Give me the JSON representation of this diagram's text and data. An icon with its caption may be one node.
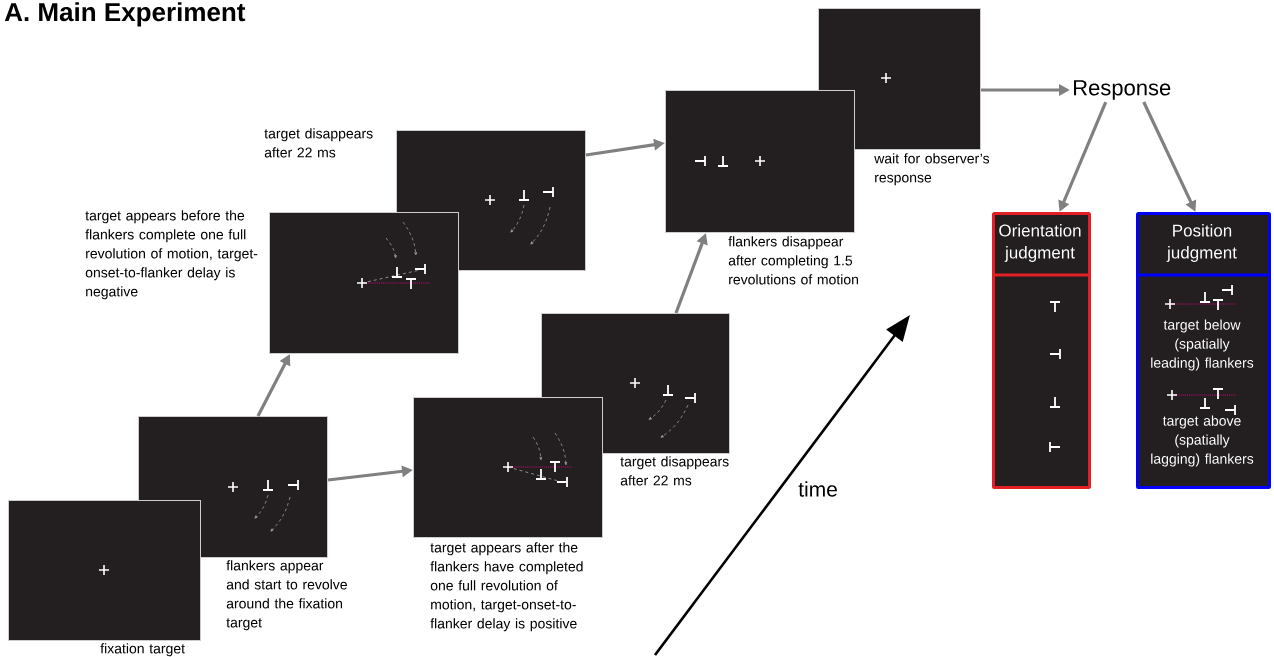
{
  "diagram": {
    "title": "A. Main Experiment",
    "nodes": [
      {
        "text": [],
        "shape": "box",
        "beside": [
          "fixation target"
        ]
      },
      {
        "text": [],
        "shape": "box",
        "beside": [
          "flankers appear and start to revolve around the fixation target"
        ]
      },
      {
        "text": [],
        "shape": "box",
        "beside": [
          "target appears before the flankers complete one full revolution of motion, target-onset-to-flanker delay is negative"
        ]
      },
      {
        "text": [],
        "shape": "box",
        "beside": [
          "target disappears after 22 ms"
        ]
      },
      {
        "text": [],
        "shape": "box",
        "beside": [
          "target appears after the flankers have completed one full revolution of motion, target-onset-to-flanker delay is positive"
        ]
      },
      {
        "text": [],
        "shape": "box",
        "beside": [
          "target disappears after 22 ms"
        ]
      },
      {
        "text": [],
        "shape": "box",
        "beside": [
          "flankers disappear after completing 1.5 revolutions of motion"
        ]
      },
      {
        "text": [],
        "shape": "box",
        "beside": [
          "wait for observer’s response"
        ]
      },
      {
        "text": [
          "Response"
        ]
      },
      {
        "text": [
          "Orientation judgment"
        ]
      },
      {
        "text": [
          "Position judgment",
          "target below (spatially leading) flankers",
          "target above (spatially lagging) flankers"
        ]
      }
    ],
    "edges": [
      {
        "from": 1,
        "to": 2,
        "arrow": "to"
      },
      {
        "from": 1,
        "to": 4,
        "arrow": "to"
      },
      {
        "from": 3,
        "to": 6,
        "arrow": "to"
      },
      {
        "from": 5,
        "to": 6,
        "arrow": "to"
      },
      {
        "from": 7,
        "to": 8,
        "arrow": "to"
      },
      {
        "from": 8,
        "to": 9,
        "arrow": "to",
        "color": "#808080"
      },
      {
        "from": 8,
        "to": 10,
        "arrow": "to"
      }
    ],
    "labels": [
      "time"
    ]
  }
}
